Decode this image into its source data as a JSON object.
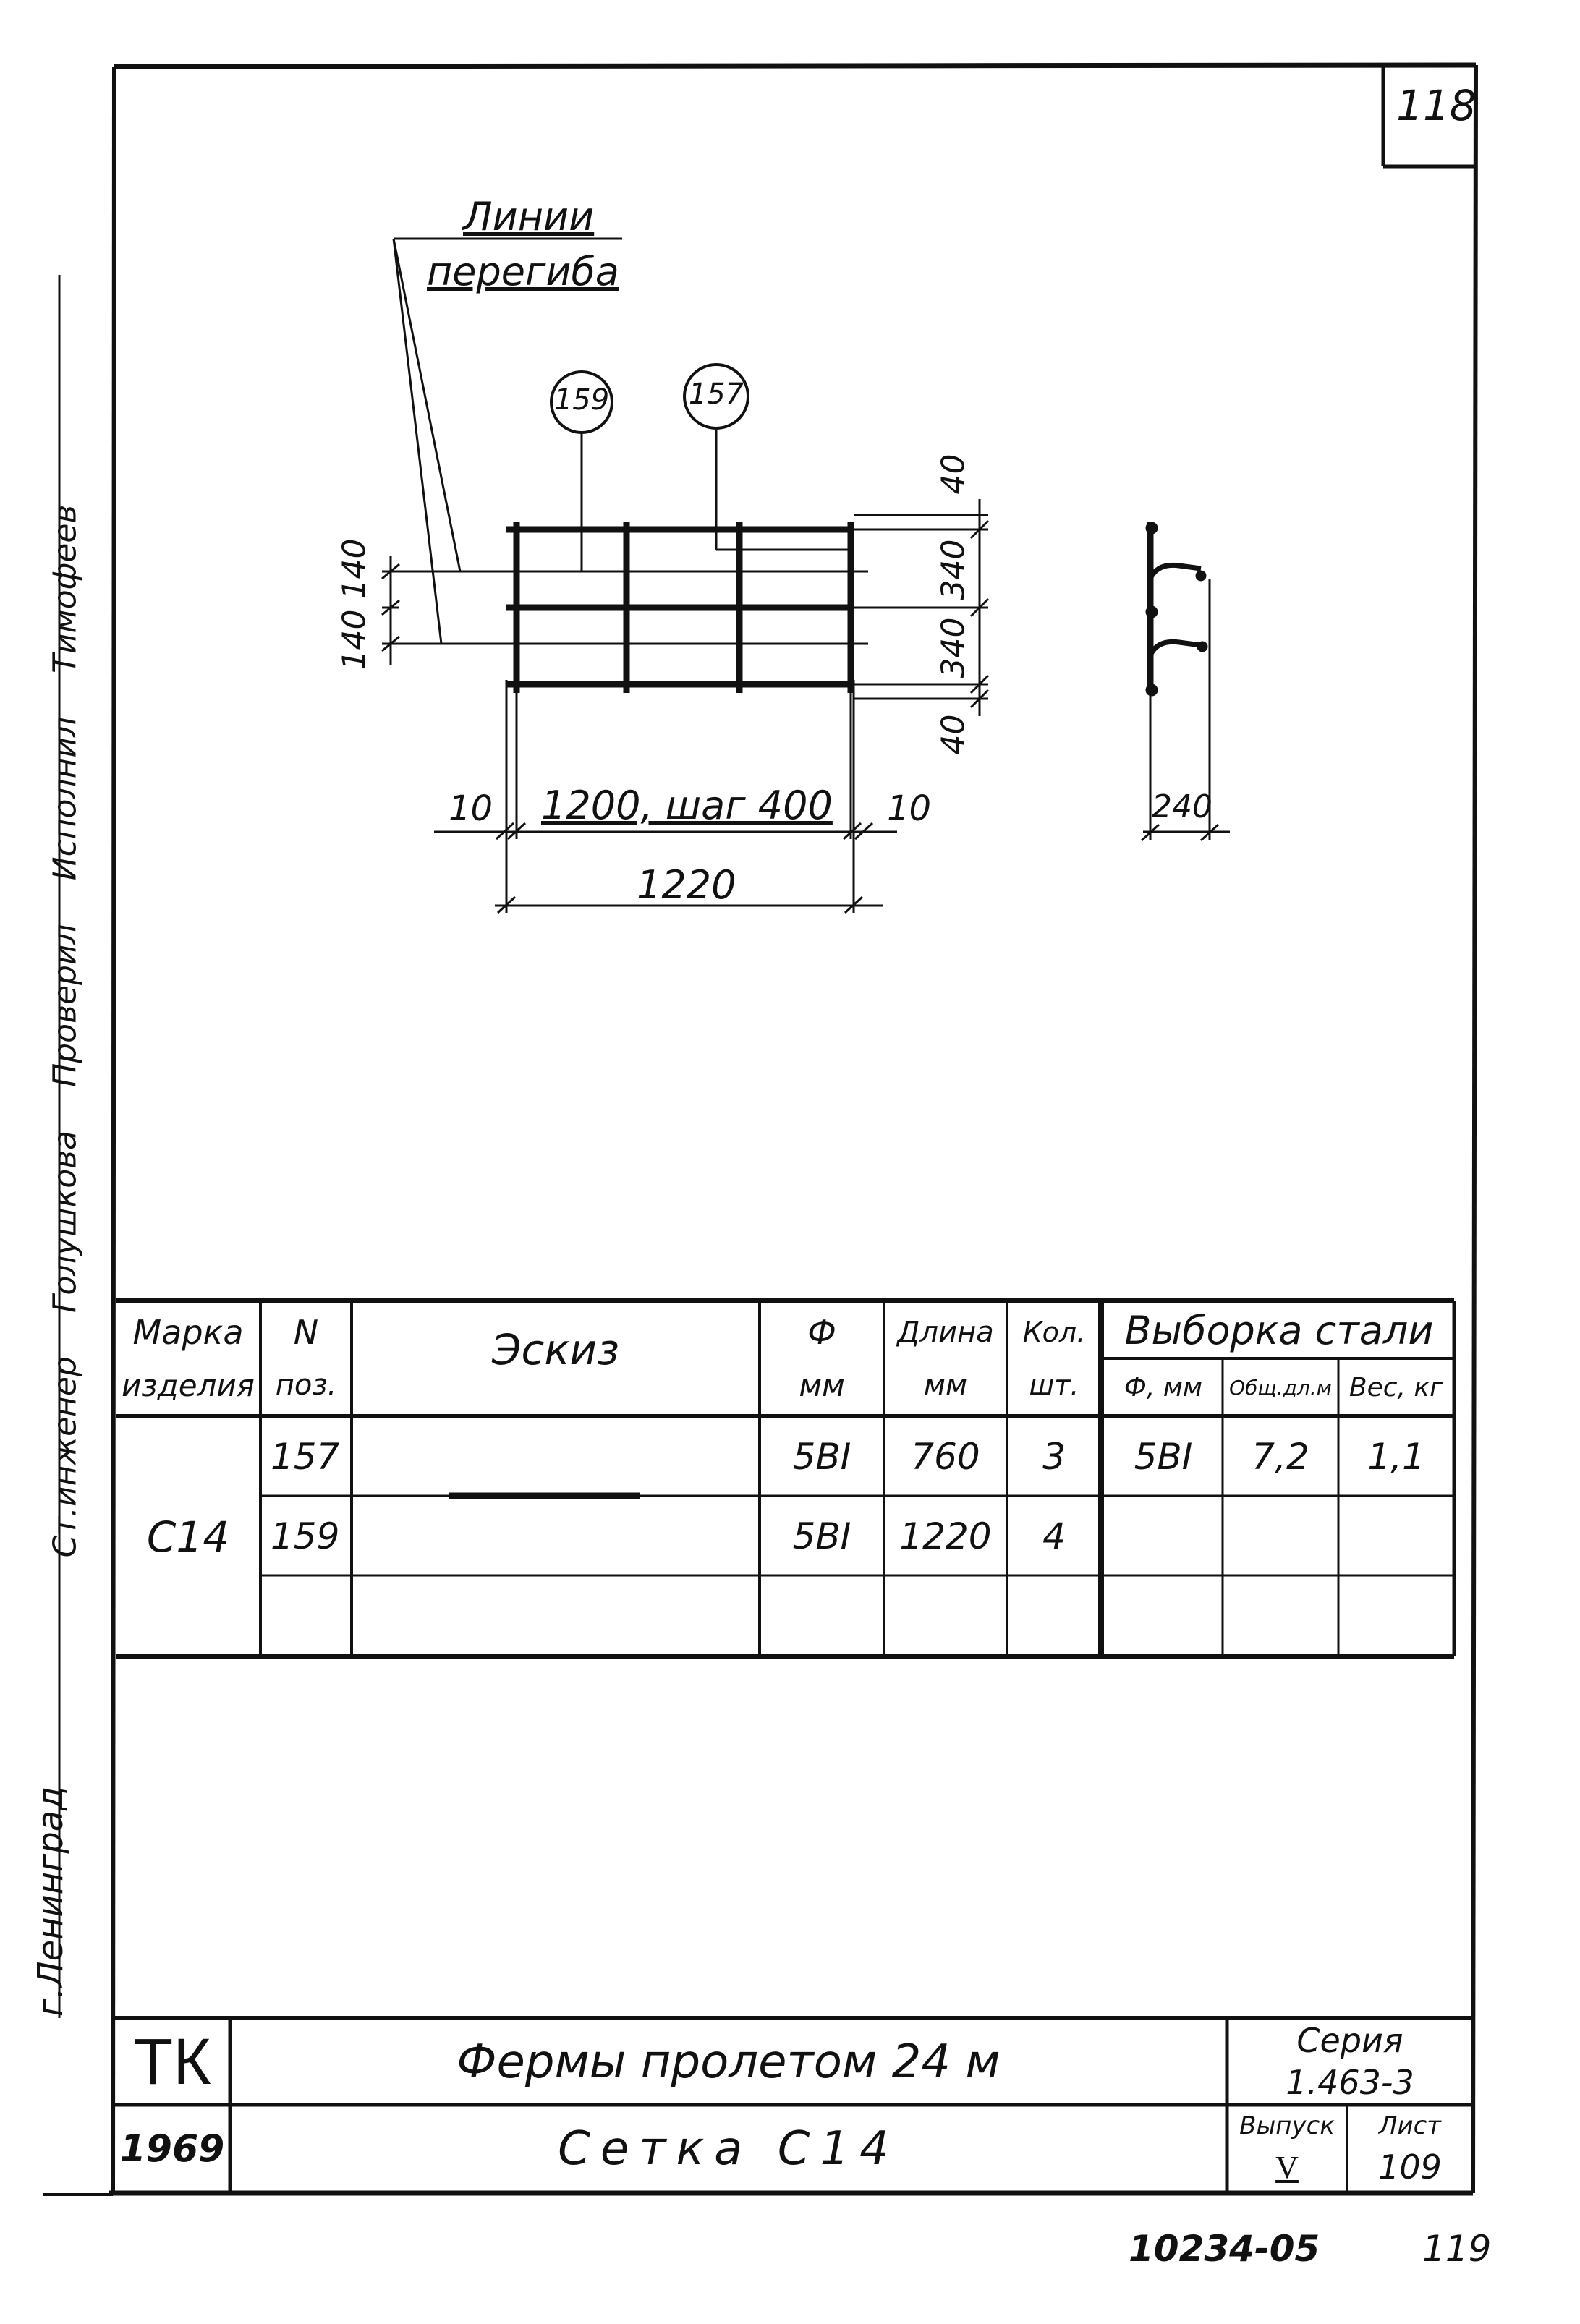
{
  "sheet_corner_number": "118",
  "bottom_doc_number": "10234-05",
  "bottom_page_number": "119",
  "side_stamp": {
    "city": "г.Ленинград",
    "signatures": [
      "Ст.инженер",
      "Голушкова",
      "Проверил",
      "Исполнил",
      "Тимофеев"
    ]
  },
  "drawing": {
    "bend_lines_label": [
      "Линии",
      "перегиба"
    ],
    "position_tags": [
      "159",
      "157"
    ],
    "dims": {
      "left_spacing": "140 140",
      "right_top": "40",
      "right_a": "340",
      "right_b": "340",
      "right_bottom": "40",
      "edge_left": "10",
      "main": "1200, шаг 400",
      "edge_right": "10",
      "overall": "1220",
      "profile_width": "240"
    }
  },
  "spec_table": {
    "headers": {
      "mark": [
        "Марка",
        "изделия"
      ],
      "pos": [
        "N",
        "поз."
      ],
      "sketch": "Эскиз",
      "dia": [
        "Ф",
        "мм"
      ],
      "length": [
        "Длина",
        "мм"
      ],
      "qty": [
        "Кол.",
        "шт."
      ],
      "steel_group": "Выборка стали",
      "steel_dia": "Ф, мм",
      "steel_total": "Общ.дл.м",
      "steel_weight": "Вес, кг"
    },
    "mark": "С14",
    "rows": [
      {
        "pos": "157",
        "dia": "5ВI",
        "length": "760",
        "qty": "3"
      },
      {
        "pos": "159",
        "dia": "5ВI",
        "length": "1220",
        "qty": "4"
      }
    ],
    "steel": {
      "dia": "5ВI",
      "total": "7,2",
      "weight": "1,1"
    }
  },
  "title_block": {
    "org": "ТК",
    "year": "1969",
    "title": "Фермы пролетом 24 м",
    "subtitle": "Сетка С14",
    "series_label": "Серия",
    "series_value": "1.463-3",
    "issue_label": "Выпуск",
    "issue_value": "V",
    "sheet_label": "Лист",
    "sheet_value": "109"
  }
}
